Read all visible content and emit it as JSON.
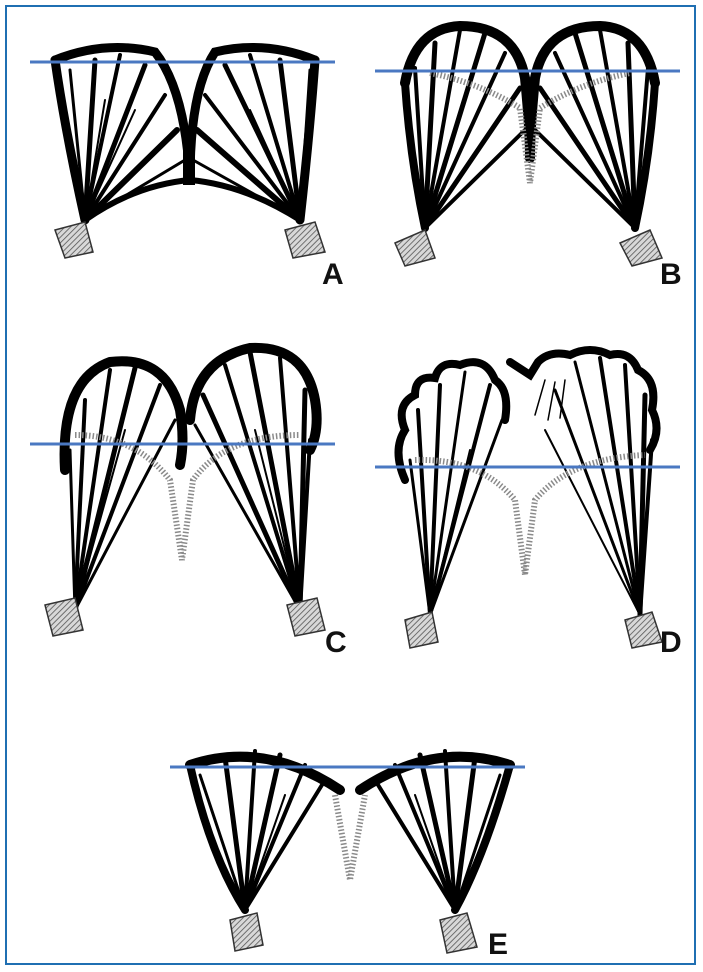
{
  "figure": {
    "panels": [
      {
        "id": "A",
        "label": "A"
      },
      {
        "id": "B",
        "label": "B"
      },
      {
        "id": "C",
        "label": "C"
      },
      {
        "id": "D",
        "label": "D"
      },
      {
        "id": "E",
        "label": "E"
      }
    ],
    "colors": {
      "frame_border": "#1f6fb2",
      "annular_plane_line": "#4a78c2",
      "leaflet_ink": "#000000",
      "dotted_tissue": "#8a8a8a"
    }
  }
}
